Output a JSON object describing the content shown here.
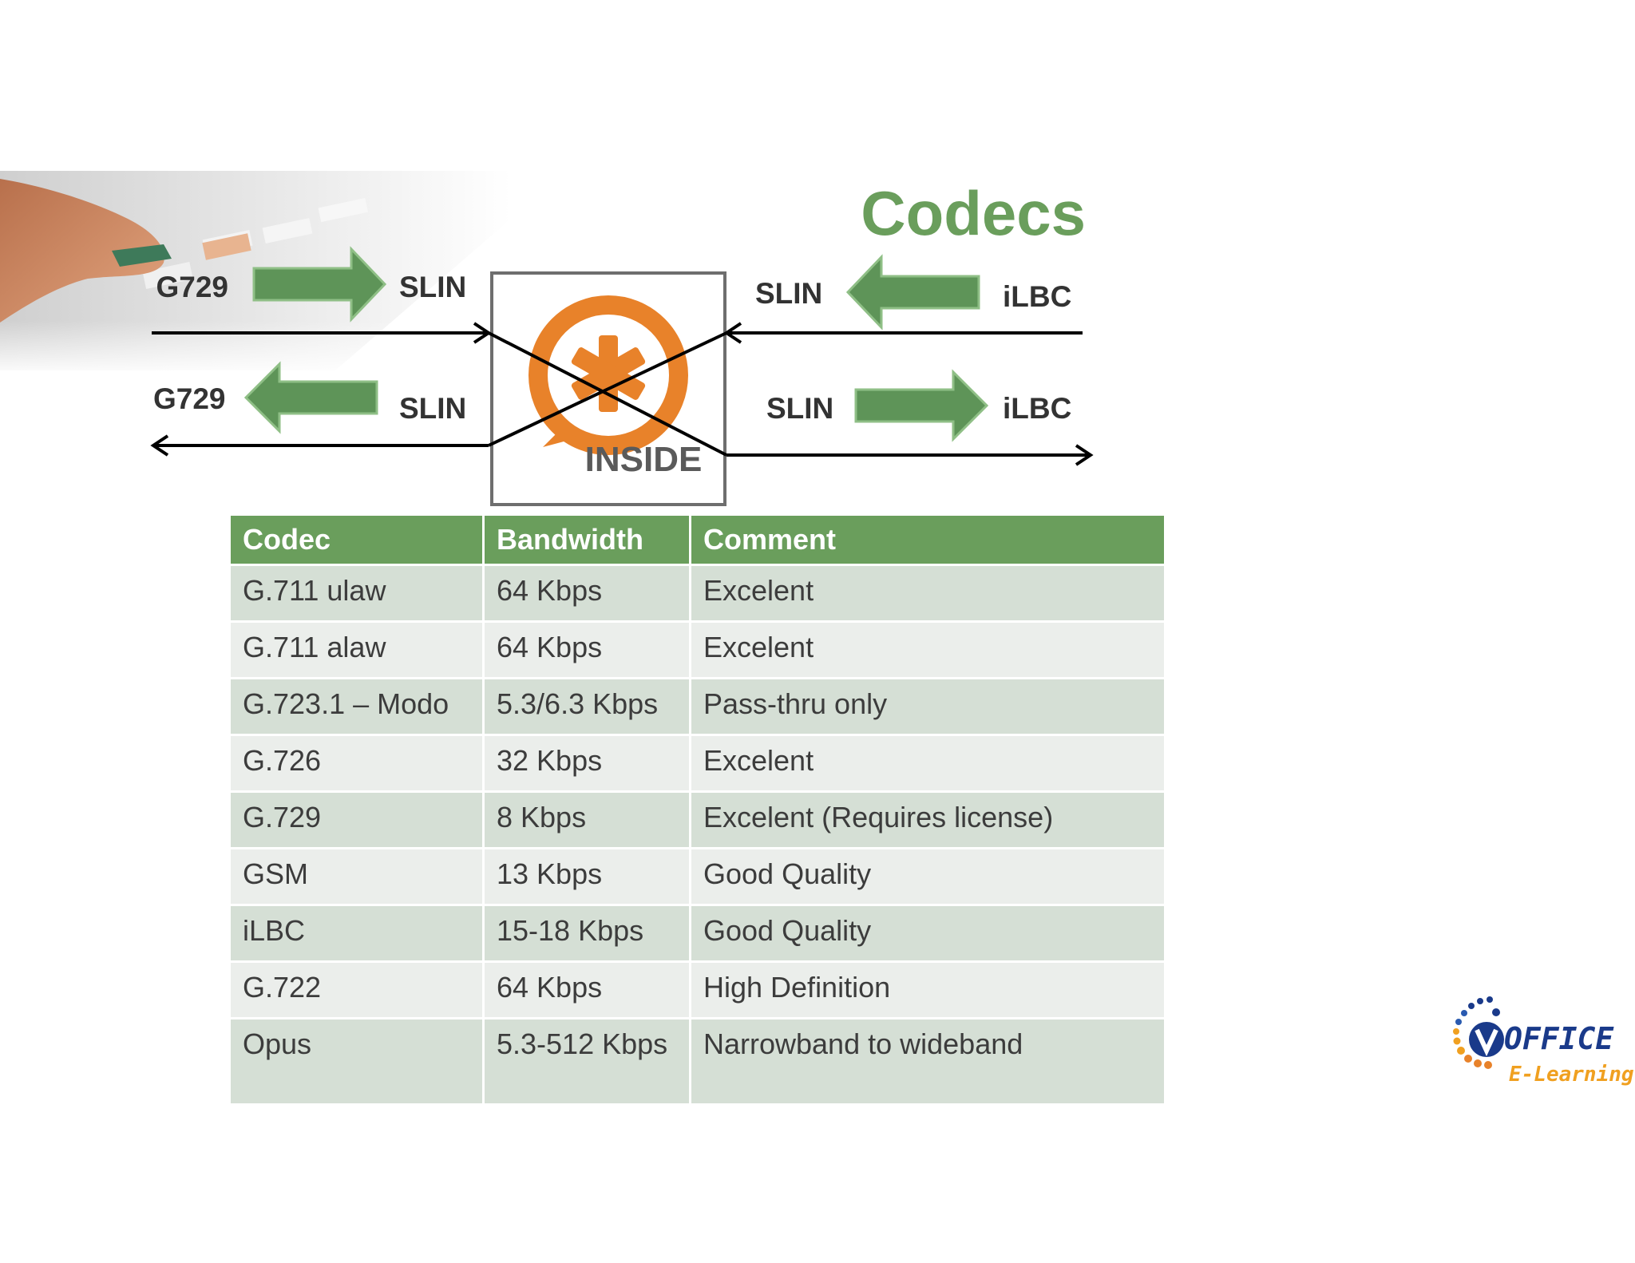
{
  "slide": {
    "title": "Codecs"
  },
  "diagram": {
    "top_left_label": "G729",
    "top_mid_left_label": "SLIN",
    "top_mid_right_label": "SLIN",
    "top_right_label": "iLBC",
    "bottom_left_label": "G729",
    "bottom_mid_left_label": "SLIN",
    "bottom_mid_right_label": "SLIN",
    "bottom_right_label": "iLBC",
    "center_badge_text": "INSIDE",
    "arrow_color": "#5e9458",
    "line_color": "#000000"
  },
  "table": {
    "header_color": "#6a9e5c",
    "headers": [
      "Codec",
      "Bandwidth",
      "Comment"
    ],
    "rows": [
      [
        "G.711 ulaw",
        "64 Kbps",
        "Excelent"
      ],
      [
        "G.711 alaw",
        "64 Kbps",
        "Excelent"
      ],
      [
        "G.723.1 – Modo",
        "5.3/6.3 Kbps",
        "Pass-thru only"
      ],
      [
        "G.726",
        "32 Kbps",
        "Excelent"
      ],
      [
        "G.729",
        "8 Kbps",
        "Excelent (Requires license)"
      ],
      [
        "GSM",
        "13 Kbps",
        "Good Quality"
      ],
      [
        "iLBC",
        "15-18 Kbps",
        "Good Quality"
      ],
      [
        "G.722",
        "64 Kbps",
        "High Definition"
      ],
      [
        "Opus",
        "5.3-512 Kbps",
        "Narrowband to wideband"
      ]
    ]
  },
  "logo": {
    "line1": "OFFICE",
    "line2": "E-Learning",
    "accent_color": "#1a3a8a",
    "secondary_color": "#f0a020"
  }
}
